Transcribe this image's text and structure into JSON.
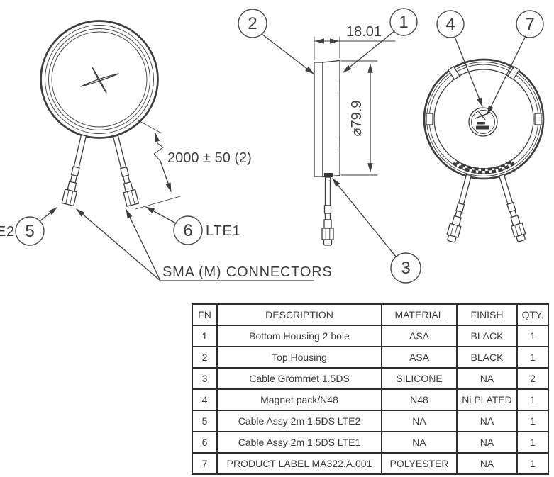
{
  "drawing": {
    "callouts": {
      "1": "1",
      "2": "2",
      "3": "3",
      "4": "4",
      "5": "5",
      "6": "6",
      "7": "7"
    },
    "dimensions": {
      "width": "18.01",
      "diameter": "⌀79.9",
      "cable_length": "2000 ± 50 (2)"
    },
    "labels": {
      "lte2_partial": "E2",
      "lte1": "LTE1",
      "sma_connectors": "SMA (M) CONNECTORS"
    }
  },
  "table": {
    "headers": [
      "FN",
      "DESCRIPTION",
      "MATERIAL",
      "FINISH",
      "QTY."
    ],
    "rows": [
      [
        "1",
        "Bottom Housing 2 hole",
        "ASA",
        "BLACK",
        "1"
      ],
      [
        "2",
        "Top Housing",
        "ASA",
        "BLACK",
        "1"
      ],
      [
        "3",
        "Cable Grommet 1.5DS",
        "SILICONE",
        "NA",
        "2"
      ],
      [
        "4",
        "Magnet pack/N48",
        "N48",
        "Ni PLATED",
        "1"
      ],
      [
        "5",
        "Cable Assy 2m 1.5DS LTE2",
        "NA",
        "NA",
        "1"
      ],
      [
        "6",
        "Cable Assy 2m 1.5DS LTE1",
        "NA",
        "NA",
        "1"
      ],
      [
        "7",
        "PRODUCT LABEL MA322.A.001",
        "POLYESTER",
        "NA",
        "1"
      ]
    ]
  },
  "colors": {
    "line": "#3e3e3e",
    "text": "#3c3c3c",
    "table_border": "#2e2e2e"
  }
}
